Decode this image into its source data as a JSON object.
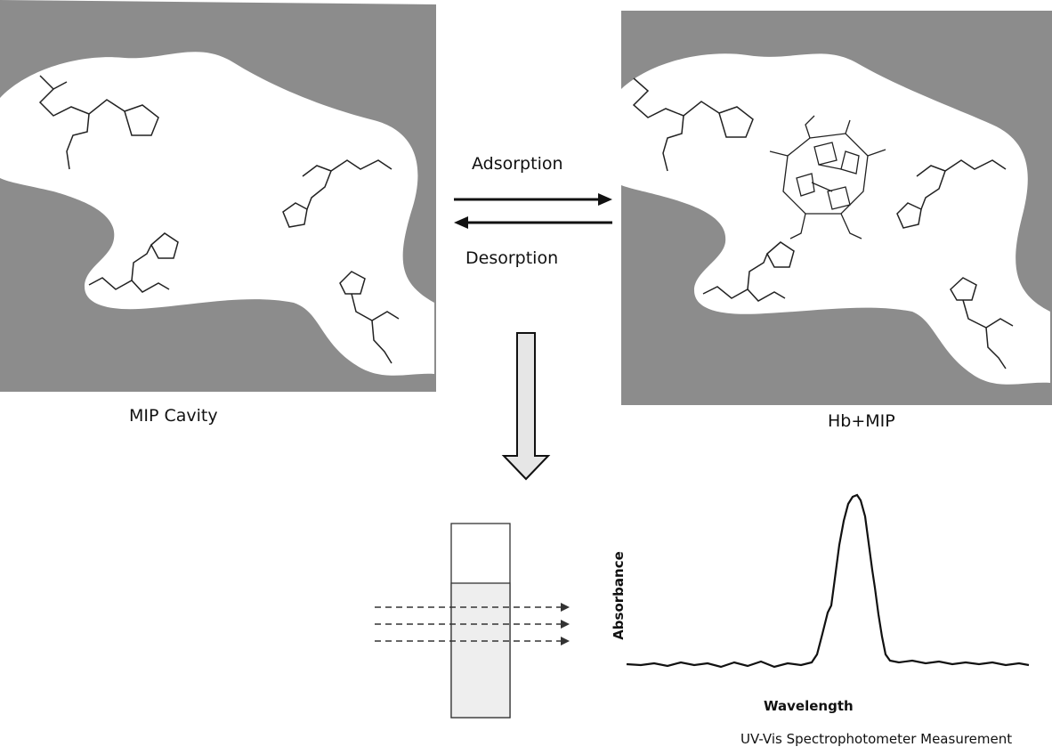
{
  "labels": {
    "mip_cavity": "MIP Cavity",
    "hb_mip": "Hb+MIP",
    "adsorption": "Adsorption",
    "desorption": "Desorption",
    "wavelength": "Wavelength",
    "absorbance": "Absorbance",
    "measurement": "UV-Vis Spectrophotometer  Measurement"
  },
  "colors": {
    "polymer_gray": "#8c8c8c",
    "cavity_white": "#ffffff",
    "line": "#1a1a1a",
    "cuvette_fill": "#eeeeee"
  }
}
